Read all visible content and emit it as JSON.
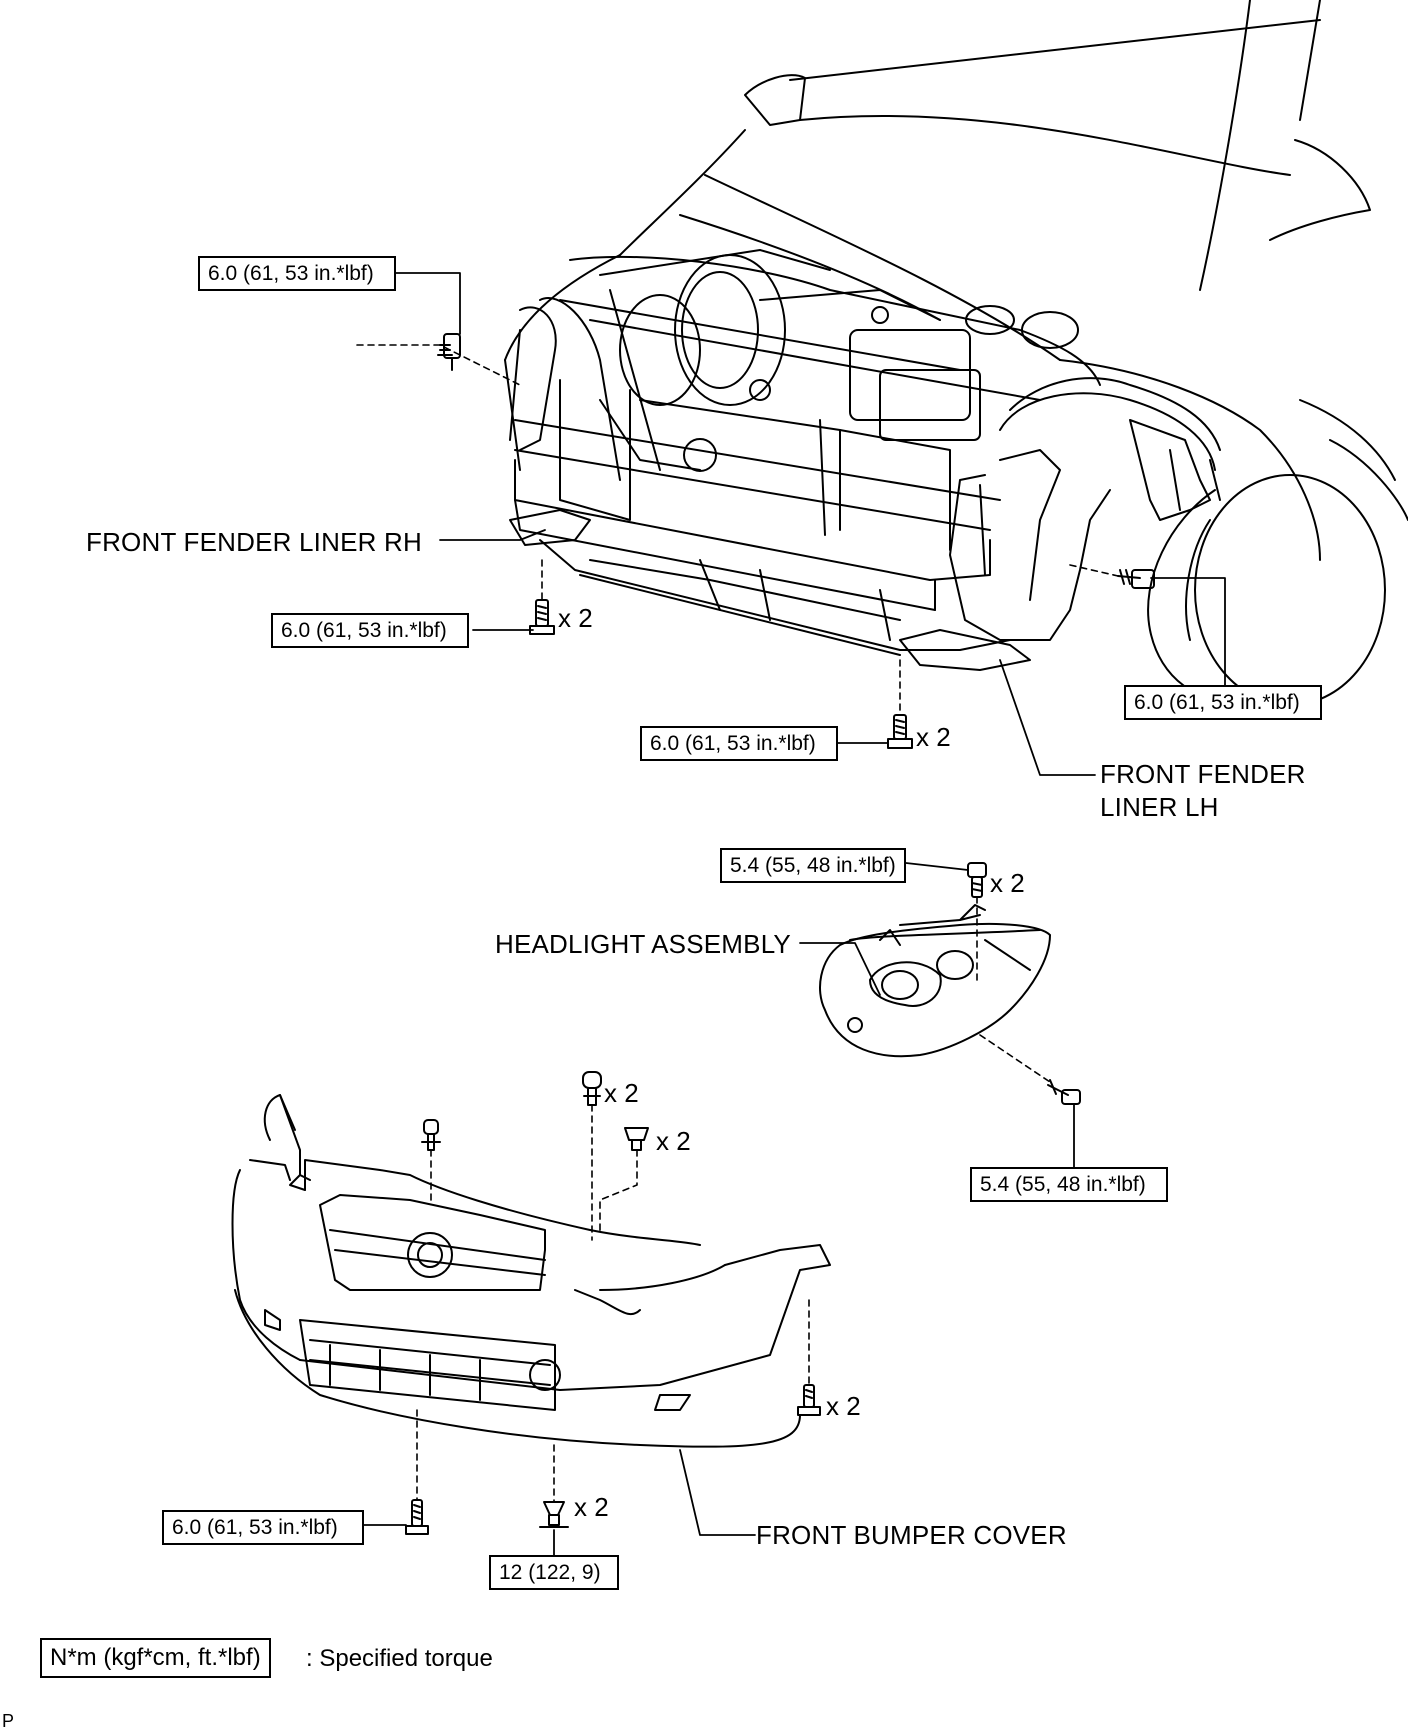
{
  "torques": {
    "t_top_left": "6.0 (61, 53 in.*lbf)",
    "t_mid_left": "6.0 (61, 53 in.*lbf)",
    "t_mid_center": "6.0 (61, 53 in.*lbf)",
    "t_wheel": "6.0 (61, 53 in.*lbf)",
    "t_headlight_top": "5.4 (55, 48 in.*lbf)",
    "t_headlight_bottom": "5.4 (55, 48 in.*lbf)",
    "t_bumper_left": "6.0 (61, 53 in.*lbf)",
    "t_bumper_center": "12 (122, 9)"
  },
  "quantities": {
    "q_mid_left": "x 2",
    "q_mid_center": "x 2",
    "q_headlight": "x 2",
    "q_clip_top": "x 2",
    "q_clip_mid": "x 2",
    "q_bumper_right": "x 2",
    "q_bumper_center": "x 2"
  },
  "parts": {
    "fender_rh": "FRONT FENDER LINER RH",
    "fender_lh_line1": "FRONT FENDER",
    "fender_lh_line2": "LINER LH",
    "headlight": "HEADLIGHT ASSEMBLY",
    "bumper": "FRONT BUMPER COVER"
  },
  "legend": {
    "unit": "N*m (kgf*cm, ft.*lbf)",
    "meaning": ": Specified torque"
  },
  "footer": "P"
}
